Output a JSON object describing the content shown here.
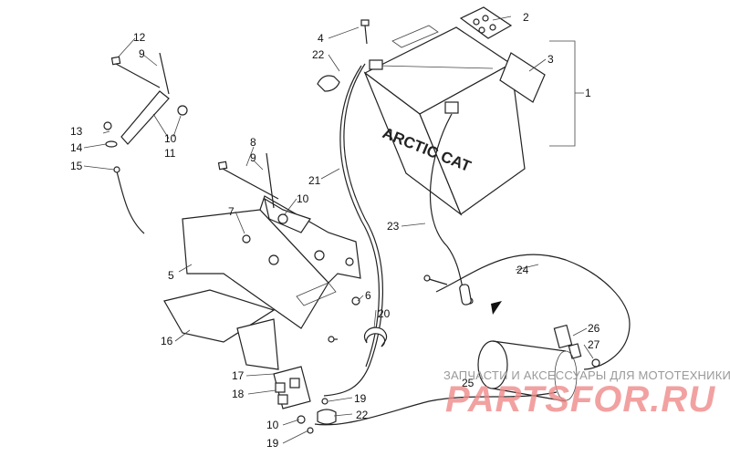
{
  "callouts": [
    "1",
    "2",
    "3",
    "4",
    "5",
    "6",
    "7",
    "8",
    "9",
    "9",
    "10",
    "10",
    "10",
    "11",
    "12",
    "13",
    "14",
    "15",
    "16",
    "17",
    "18",
    "19",
    "19",
    "20",
    "21",
    "22",
    "22",
    "23",
    "24",
    "25",
    "26",
    "27"
  ],
  "battery_logo": "ARCTIC CAT",
  "watermark": {
    "tagline": "ЗАПЧАСТИ И АКСЕССУАРЫ ДЛЯ МОТОТЕХНИКИ",
    "brand": "PARTSFOR.RU"
  },
  "colors": {
    "line": "#222222",
    "watermark_text": "#9a9a9a",
    "watermark_brand": "#f08a8a"
  }
}
